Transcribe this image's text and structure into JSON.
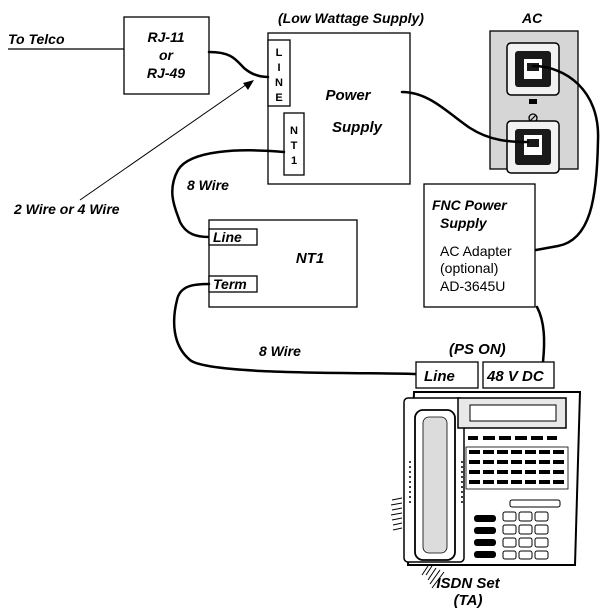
{
  "labels": {
    "to_telco": "To Telco",
    "rj_line1": "RJ-11",
    "rj_line2": "or",
    "rj_line3": "RJ-49",
    "low_wattage": "(Low Wattage Supply)",
    "ac": "AC",
    "ps_line_chars": [
      "L",
      "I",
      "N",
      "E"
    ],
    "ps_nt1_chars": [
      "N",
      "T",
      "1"
    ],
    "power_supply_line1": "Power",
    "power_supply_line2": "Supply",
    "wire_2_or_4": "2 Wire or 4 Wire",
    "wire_8_top": "8 Wire",
    "nt1_title": "NT1",
    "nt1_line_port": "Line",
    "nt1_term_port": "Term",
    "fnc_title_line1": "FNC Power",
    "fnc_title_line2": "Supply",
    "fnc_desc_line1": "AC Adapter",
    "fnc_desc_line2": "(optional)",
    "fnc_desc_line3": "AD-3645U",
    "wire_8_bottom": "8 Wire",
    "ps_on": "(PS ON)",
    "set_line_port": "Line",
    "set_dc_port": "48 V DC",
    "isdn_set_line1": "ISDN Set",
    "isdn_set_line2": "(TA)"
  }
}
